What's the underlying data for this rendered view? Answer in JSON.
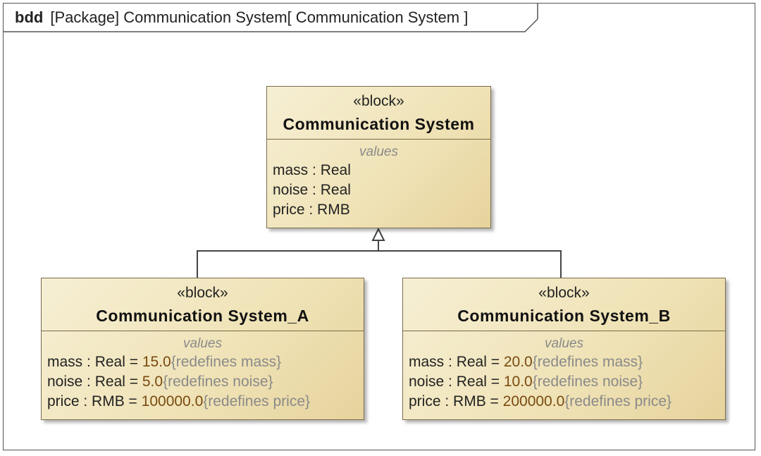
{
  "frame": {
    "keyword": "bdd",
    "title": "[Package] Communication System[ Communication System ]"
  },
  "blocks": {
    "main": {
      "stereotype": "«block»",
      "name": "Communication System",
      "compartment": "values",
      "attrs": [
        {
          "name": "mass",
          "type": "Real"
        },
        {
          "name": "noise",
          "type": "Real"
        },
        {
          "name": "price",
          "type": "RMB"
        }
      ]
    },
    "a": {
      "stereotype": "«block»",
      "name": "Communication System_A",
      "compartment": "values",
      "attrs": [
        {
          "name": "mass",
          "type": "Real",
          "value": "15.0",
          "redef": "{redefines mass}"
        },
        {
          "name": "noise",
          "type": "Real",
          "value": "5.0",
          "redef": "{redefines noise}"
        },
        {
          "name": "price",
          "type": "RMB",
          "value": "100000.0",
          "redef": "{redefines price}"
        }
      ]
    },
    "b": {
      "stereotype": "«block»",
      "name": "Communication System_B",
      "compartment": "values",
      "attrs": [
        {
          "name": "mass",
          "type": "Real",
          "value": "20.0",
          "redef": "{redefines mass}"
        },
        {
          "name": "noise",
          "type": "Real",
          "value": "10.0",
          "redef": "{redefines noise}"
        },
        {
          "name": "price",
          "type": "RMB",
          "value": "200000.0",
          "redef": "{redefines price}"
        }
      ]
    }
  },
  "colors": {
    "block_fill": "#efe2b5",
    "block_border": "#7a6a4a",
    "value_text": "#7a4a10",
    "muted_text": "#8a8a8a"
  }
}
